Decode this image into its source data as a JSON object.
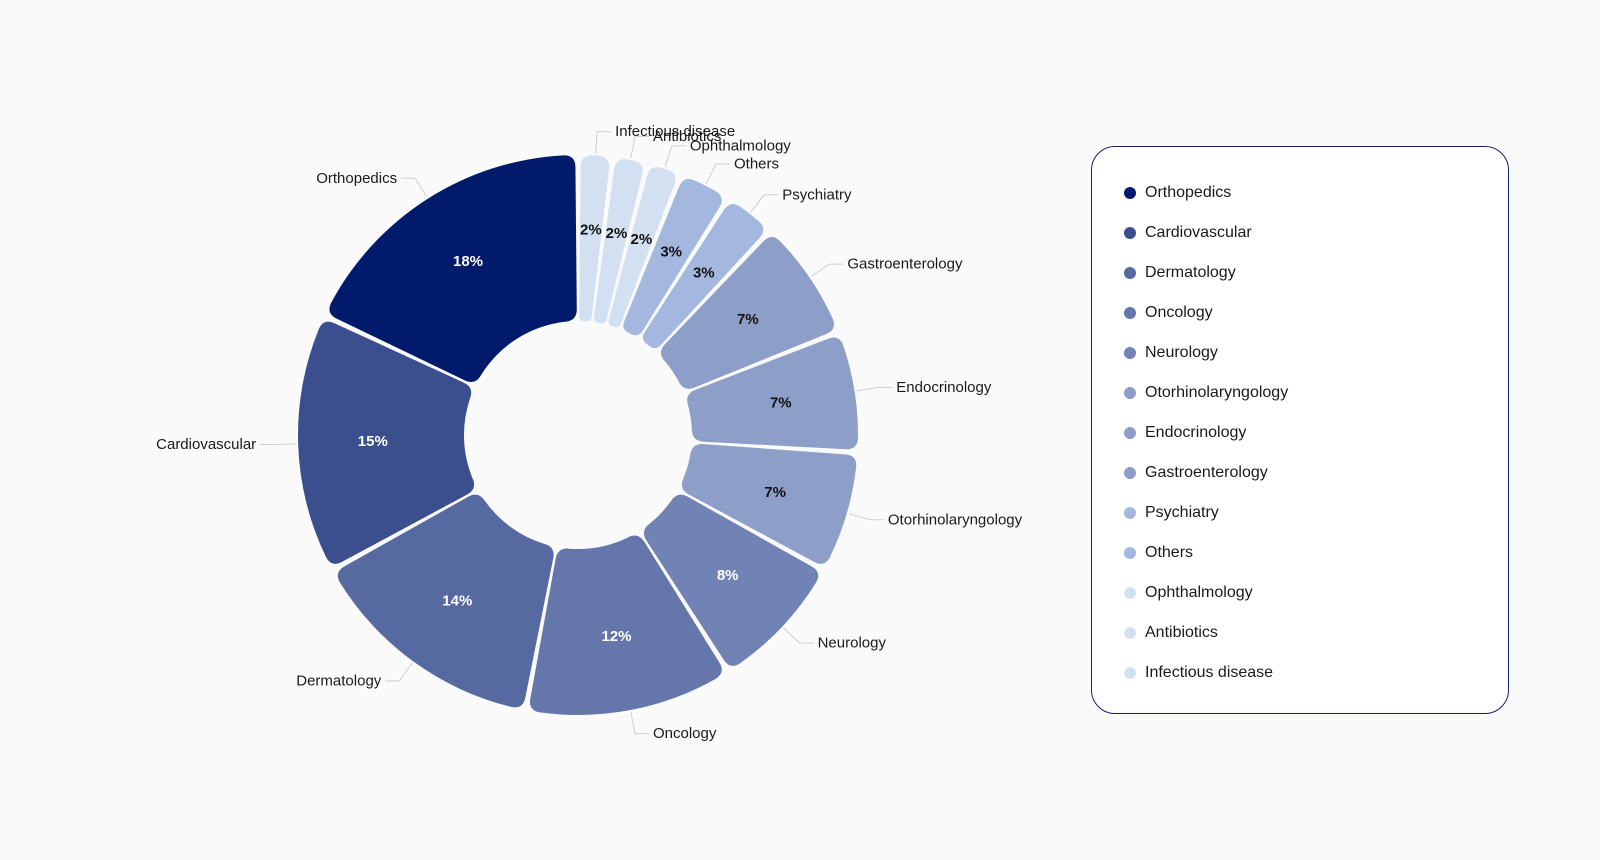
{
  "chart_data": {
    "type": "pie",
    "variant": "donut",
    "slices": [
      {
        "name": "Infectious disease",
        "value": 2,
        "label": "2%",
        "color": "#d3e0f2"
      },
      {
        "name": "Antibiotics",
        "value": 2,
        "label": "2%",
        "color": "#d3e0f2"
      },
      {
        "name": "Ophthalmology",
        "value": 2,
        "label": "2%",
        "color": "#d3e0f2"
      },
      {
        "name": "Others",
        "value": 3,
        "label": "3%",
        "color": "#a4b8df"
      },
      {
        "name": "Psychiatry",
        "value": 3,
        "label": "3%",
        "color": "#a4b8df"
      },
      {
        "name": "Gastroenterology",
        "value": 7,
        "label": "7%",
        "color": "#8d9fc9"
      },
      {
        "name": "Endocrinology",
        "value": 7,
        "label": "7%",
        "color": "#8d9fc9"
      },
      {
        "name": "Otorhinolaryngology",
        "value": 7,
        "label": "7%",
        "color": "#8d9fc9"
      },
      {
        "name": "Neurology",
        "value": 8,
        "label": "8%",
        "color": "#7183b5"
      },
      {
        "name": "Oncology",
        "value": 12,
        "label": "12%",
        "color": "#6476aa"
      },
      {
        "name": "Dermatology",
        "value": 14,
        "label": "14%",
        "color": "#5669a1"
      },
      {
        "name": "Cardiovascular",
        "value": 15,
        "label": "15%",
        "color": "#3b4f8f"
      },
      {
        "name": "Orthopedics",
        "value": 18,
        "label": "18%",
        "color": "#011a6b"
      }
    ],
    "legend": {
      "position": "right",
      "items": [
        "Orthopedics",
        "Cardiovascular",
        "Dermatology",
        "Oncology",
        "Neurology",
        "Otorhinolaryngology",
        "Endocrinology",
        "Gastroenterology",
        "Psychiatry",
        "Others",
        "Ophthalmology",
        "Antibiotics",
        "Infectious disease"
      ]
    }
  }
}
